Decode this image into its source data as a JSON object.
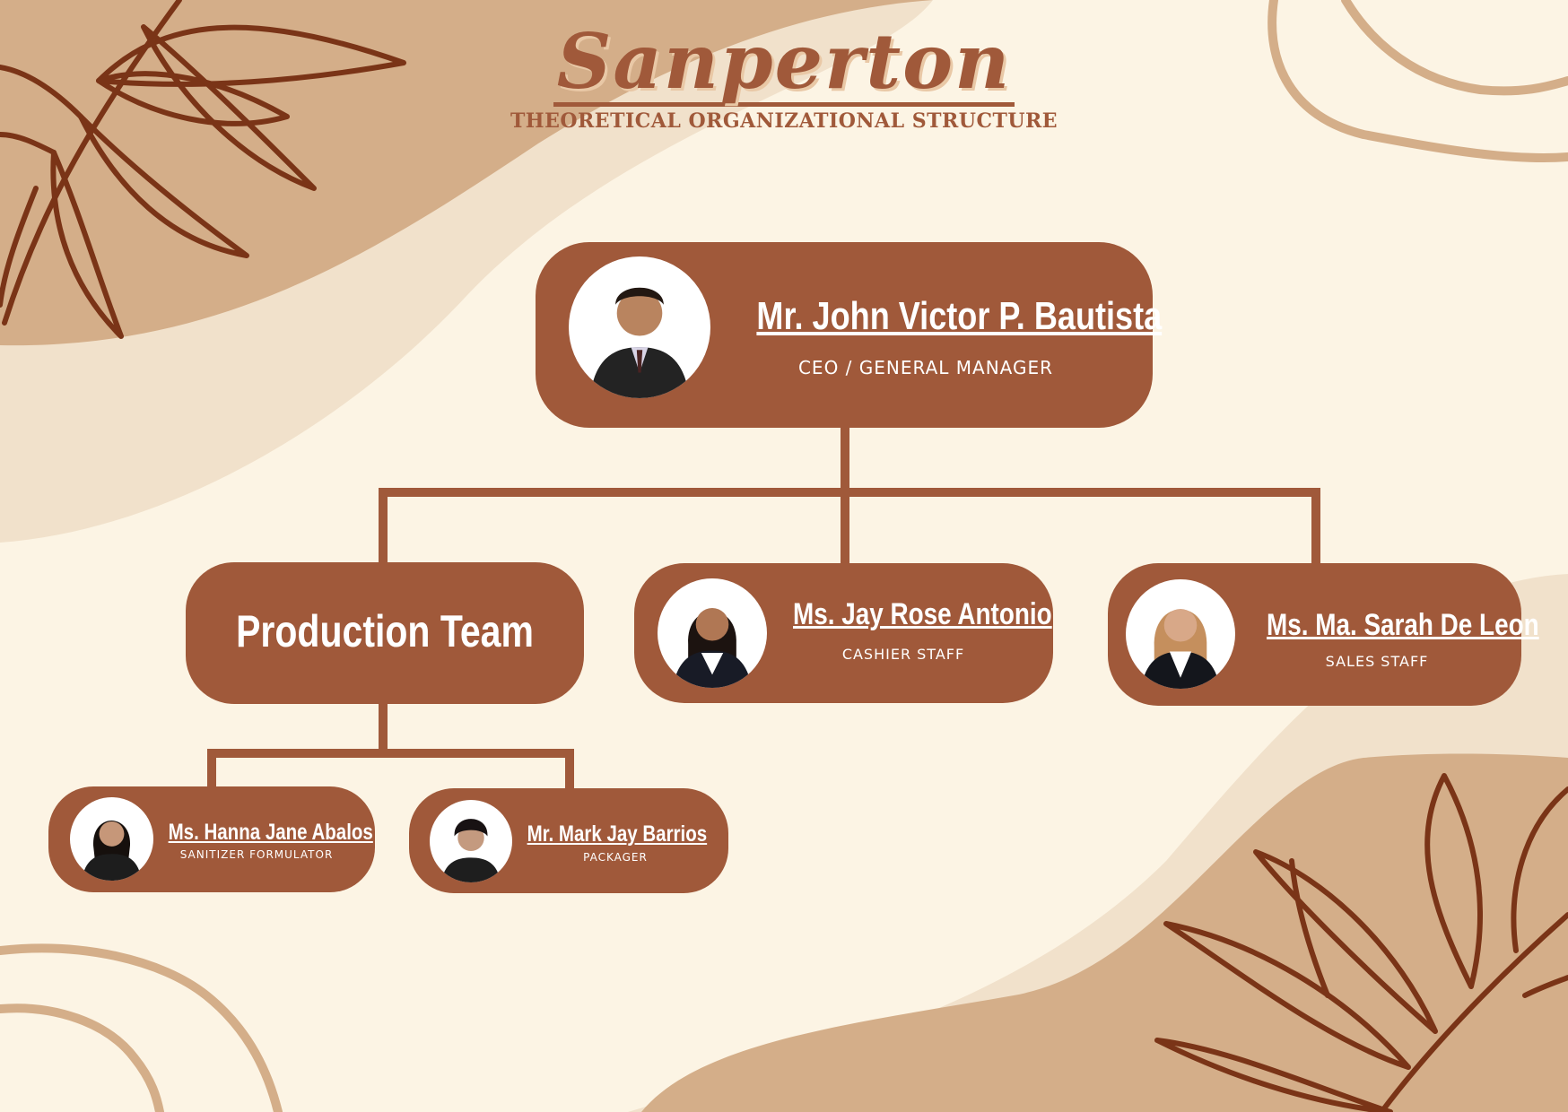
{
  "brand": {
    "name": "Sanperton",
    "subtitle": "THEORETICAL ORGANIZATIONAL STRUCTURE"
  },
  "colors": {
    "node": "#a0593a",
    "background": "#fcf4e4",
    "blob_light": "#f1e1cb",
    "blob_mid": "#d4ae89",
    "leaf": "#7a3417",
    "photo_bg": "#ffffff"
  },
  "ceo": {
    "name": "Mr. John Victor P. Bautista",
    "role": "CEO / GENERAL MANAGER"
  },
  "production": {
    "label": "Production Team"
  },
  "cashier": {
    "name": "Ms. Jay Rose Antonio",
    "role": "CASHIER STAFF"
  },
  "sales": {
    "name": "Ms. Ma. Sarah De Leon",
    "role": "SALES STAFF"
  },
  "formulator": {
    "name": "Ms. Hanna Jane Abalos",
    "role": "SANITIZER FORMULATOR"
  },
  "packager": {
    "name": "Mr. Mark Jay Barrios",
    "role": "PACKAGER"
  }
}
